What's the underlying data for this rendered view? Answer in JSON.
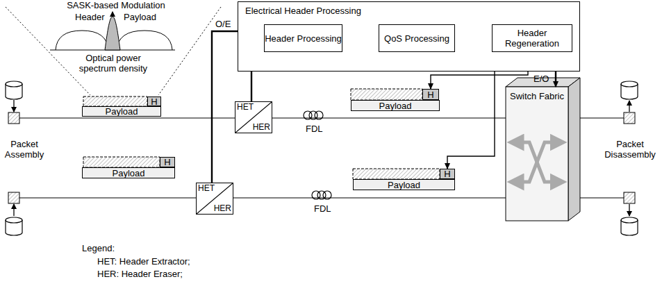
{
  "diagram": {
    "nodes": [
      {
        "text": [
          "Electrical Header Processing"
        ]
      },
      {
        "text": [
          "Header Processing"
        ],
        "in": 0
      },
      {
        "text": [
          "QoS Processing"
        ],
        "in": 0
      },
      {
        "text": [
          "Header Regeneration"
        ],
        "in": 0
      },
      {
        "text": [
          "H"
        ]
      },
      {
        "text": [
          "Payload"
        ]
      },
      {
        "text": [
          "HET",
          "HER"
        ]
      },
      {
        "text": [
          "H"
        ]
      },
      {
        "text": [
          "Payload"
        ]
      },
      {
        "text": [
          "H"
        ]
      },
      {
        "text": [
          "Payload"
        ]
      },
      {
        "text": [
          "HET",
          "HER"
        ]
      },
      {
        "text": [
          "H"
        ]
      },
      {
        "text": [
          "Payload"
        ]
      },
      {
        "text": [
          "Switch Fabric"
        ]
      }
    ],
    "edges": [
      {
        "from": 1,
        "to": 2,
        "arrow": "to"
      },
      {
        "from": 2,
        "to": 3,
        "arrow": "to"
      },
      {
        "from": 6,
        "to": 1,
        "arrow": "to"
      },
      {
        "from": 11,
        "to": 1,
        "arrow": "to"
      },
      {
        "from": 3,
        "to": 7,
        "arrow": "to"
      },
      {
        "from": 3,
        "to": 12,
        "arrow": "to"
      },
      {
        "from": 2,
        "to": 14,
        "arrow": "to"
      },
      {
        "from": 6,
        "to": 14,
        "arrow": "none"
      },
      {
        "from": 11,
        "to": 14,
        "arrow": "none"
      }
    ],
    "labels": [
      "SASK-based Modulation",
      "Header",
      "Payload",
      "Optical power spectrum density",
      "O/E",
      "E/O",
      "FDL",
      "FDL",
      "Packet Assembly",
      "Packet Disassembly",
      "Legend:"
    ],
    "legend": [
      {
        "text": "HET: Header Extractor;"
      },
      {
        "text": "HER: Header Eraser;"
      }
    ]
  }
}
